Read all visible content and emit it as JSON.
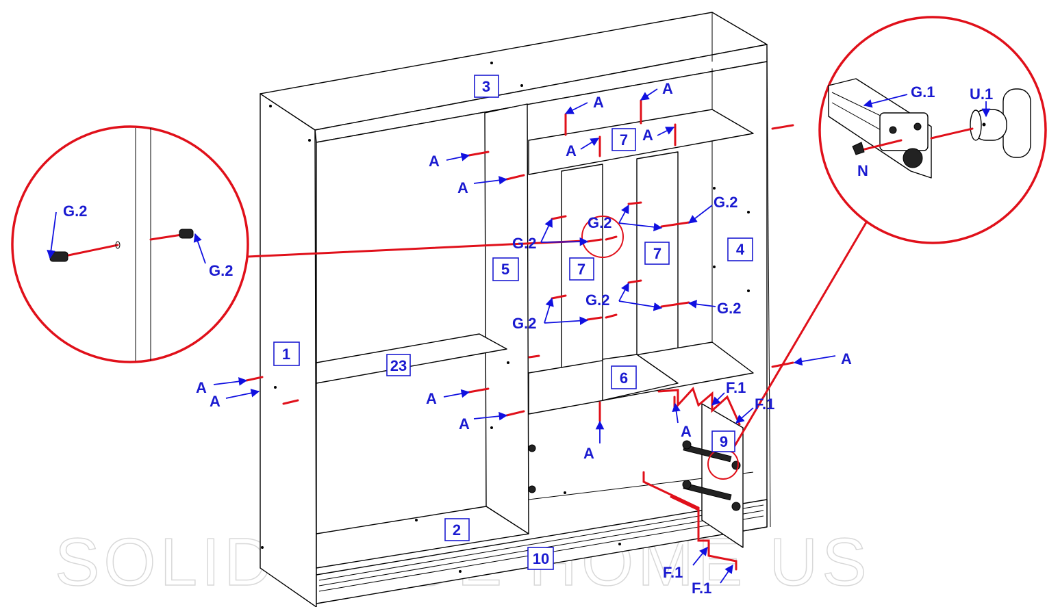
{
  "watermark": "SOLID EDGE HOME US",
  "colors": {
    "line": "#000000",
    "accent_red": "#e0101a",
    "label_blue": "#1a1ad0"
  },
  "part_numbers": [
    "3",
    "7",
    "5",
    "7",
    "7",
    "4",
    "1",
    "23",
    "6",
    "9",
    "2",
    "10"
  ],
  "callouts": {
    "a": "A",
    "g2": "G.2",
    "f1": "F.1",
    "g1": "G.1",
    "u1": "U.1",
    "n": "N"
  }
}
